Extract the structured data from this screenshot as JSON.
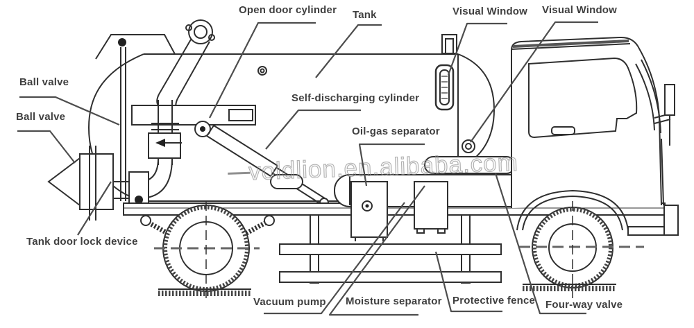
{
  "diagram": {
    "watermark": {
      "text": "voldlion.en.alibaba.com"
    },
    "labels": [
      {
        "id": "open-door-cylinder",
        "text": "Open door cylinder"
      },
      {
        "id": "tank",
        "text": "Tank"
      },
      {
        "id": "visual-window-1",
        "text": "Visual Window"
      },
      {
        "id": "visual-window-2",
        "text": "Visual Window"
      },
      {
        "id": "ball-valve-1",
        "text": "Ball valve"
      },
      {
        "id": "ball-valve-2",
        "text": "Ball valve"
      },
      {
        "id": "self-discharging-cylinder",
        "text": "Self-discharging cylinder"
      },
      {
        "id": "oil-gas-separator",
        "text": "Oil-gas separator"
      },
      {
        "id": "tank-door-lock-device",
        "text": "Tank door lock device"
      },
      {
        "id": "vacuum-pump",
        "text": "Vacuum pump"
      },
      {
        "id": "moisture-separator",
        "text": "Moisture separator"
      },
      {
        "id": "protective-fence",
        "text": "Protective fence"
      },
      {
        "id": "four-way-valve",
        "text": "Four-way valve"
      }
    ]
  }
}
